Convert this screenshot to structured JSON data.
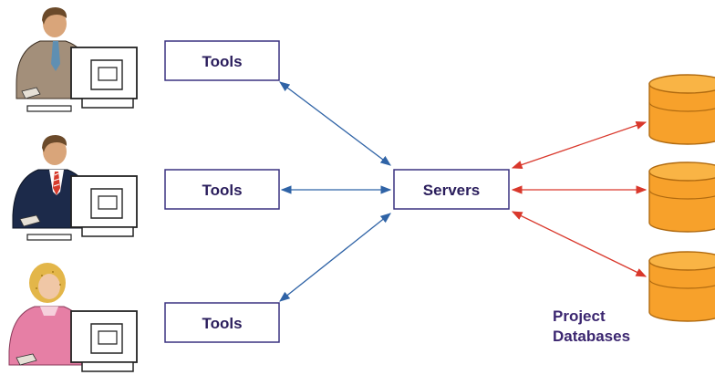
{
  "diagram": {
    "tools": [
      {
        "label": "Tools"
      },
      {
        "label": "Tools"
      },
      {
        "label": "Tools"
      }
    ],
    "server": {
      "label": "Servers"
    },
    "databases": {
      "caption_line1": "Project",
      "caption_line2": "Databases",
      "count": 3
    },
    "users": [
      {
        "icon": "man-at-computer-icon"
      },
      {
        "icon": "man-in-suit-at-computer-icon"
      },
      {
        "icon": "woman-at-computer-icon"
      }
    ],
    "colors": {
      "box_border": "#3a3280",
      "blue_arrow": "#2f63a6",
      "red_arrow": "#d9382c",
      "db_fill": "#f7a12b",
      "db_stroke": "#b06a10"
    }
  }
}
